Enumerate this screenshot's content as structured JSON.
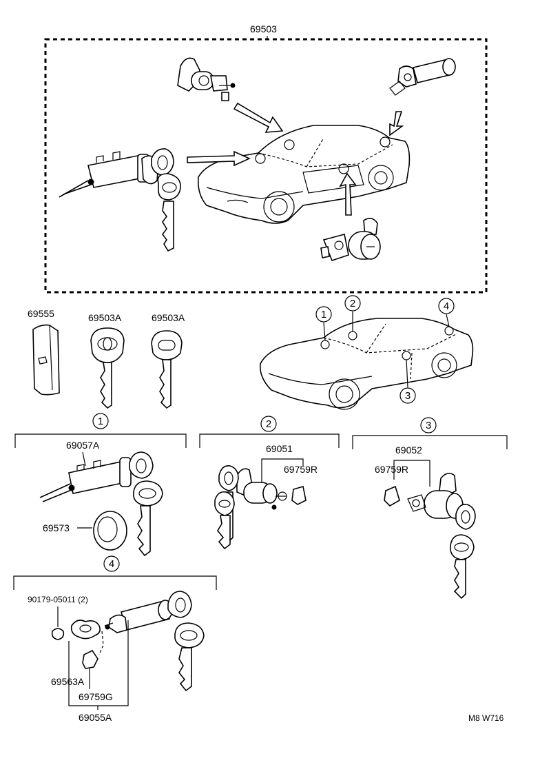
{
  "diagram": {
    "labels": {
      "assembly": "69503",
      "key_case": "69555",
      "key_master": "69503A",
      "key_sub": "69503A",
      "ignition_cylinder": "69057A",
      "ignition_ring": "69573",
      "door_cylinder_rh": "69051",
      "door_cylinder_rh_clip": "69759R",
      "door_cylinder_lh": "69052",
      "door_cylinder_lh_clip": "69759R",
      "trunk_screw": "90179-05011 (2)",
      "trunk_retainer": "69563A",
      "trunk_clip": "69759G",
      "trunk_cylinder": "69055A",
      "figure_code": "M8 W716"
    },
    "callouts": {
      "c1": "1",
      "c2": "2",
      "c3": "3",
      "c4": "4"
    }
  }
}
